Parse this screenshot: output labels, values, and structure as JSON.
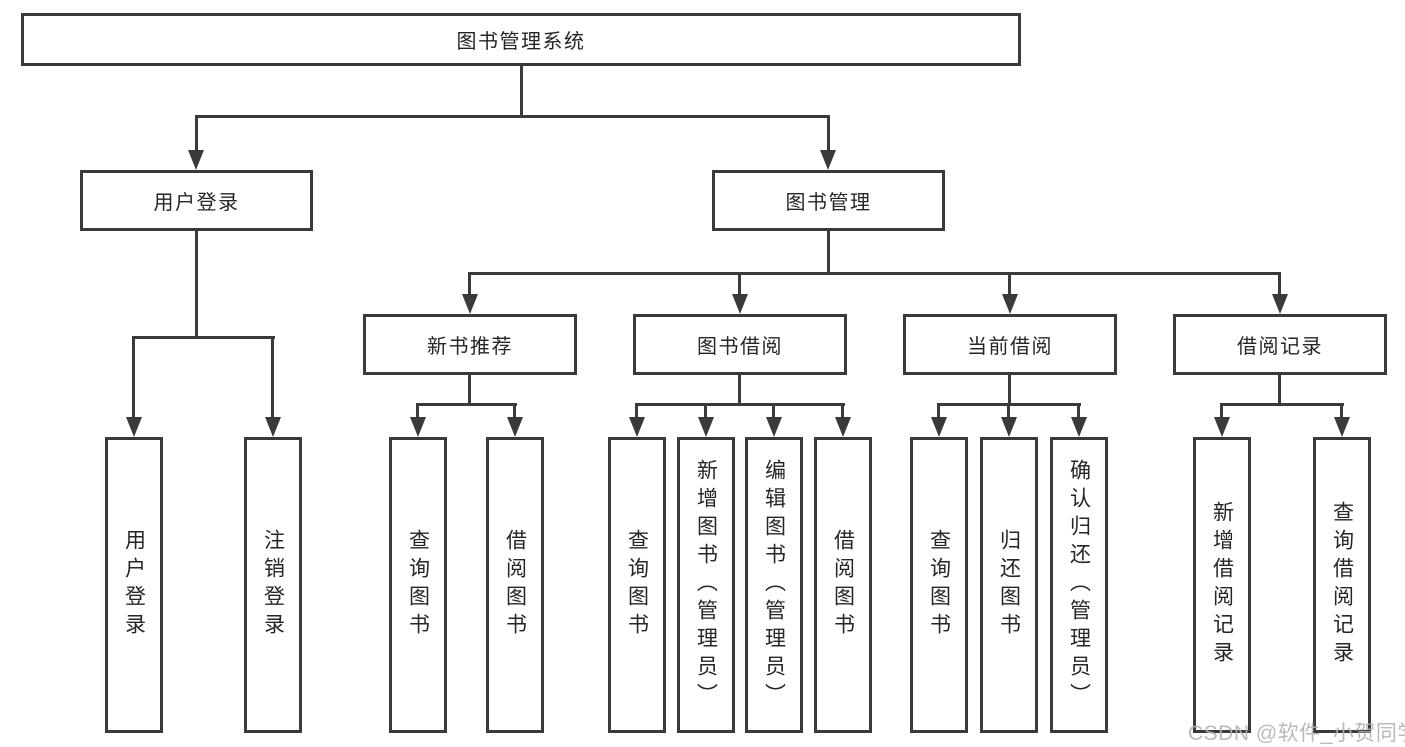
{
  "watermark": {
    "text": "CSDN @软件_小贺同学"
  },
  "colors": {
    "line": "#3a3a3a",
    "text": "#262626",
    "background": "#ffffff",
    "watermark": "#b2b2b2"
  },
  "tree": {
    "root": {
      "label": "图书管理系统",
      "children": [
        {
          "label": "用户登录",
          "children": [
            {
              "label": "用户登录"
            },
            {
              "label": "注销登录"
            }
          ]
        },
        {
          "label": "图书管理",
          "children": [
            {
              "label": "新书推荐",
              "children": [
                {
                  "label": "查询图书"
                },
                {
                  "label": "借阅图书"
                }
              ]
            },
            {
              "label": "图书借阅",
              "children": [
                {
                  "label": "查询图书"
                },
                {
                  "label": "新增图书（管理员）"
                },
                {
                  "label": "编辑图书（管理员）"
                },
                {
                  "label": "借阅图书"
                }
              ]
            },
            {
              "label": "当前借阅",
              "children": [
                {
                  "label": "查询图书"
                },
                {
                  "label": "归还图书"
                },
                {
                  "label": "确认归还（管理员）"
                }
              ]
            },
            {
              "label": "借阅记录",
              "children": [
                {
                  "label": "新增借阅记录"
                },
                {
                  "label": "查询借阅记录"
                }
              ]
            }
          ]
        }
      ]
    }
  }
}
